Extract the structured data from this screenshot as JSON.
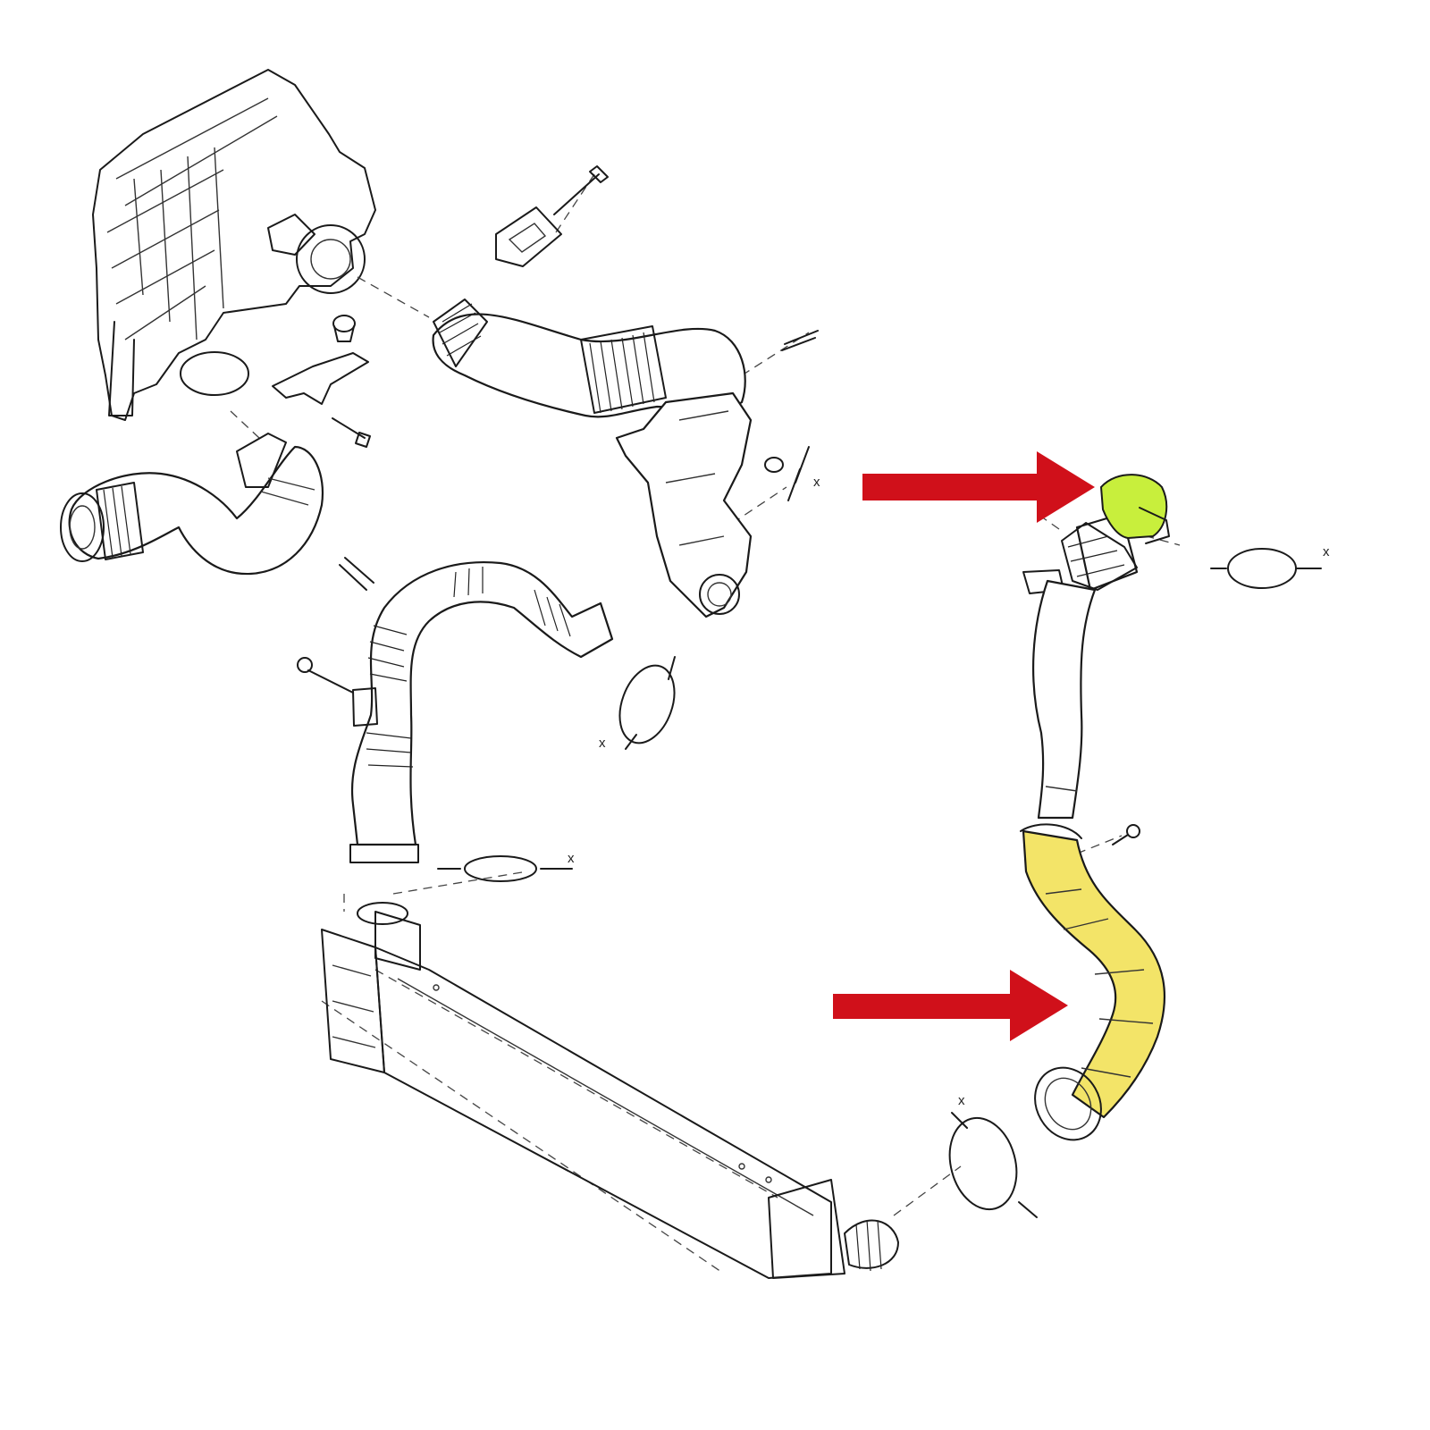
{
  "colors": {
    "background": "#ffffff",
    "line": "#1a1a1a",
    "arrow": "#d0101a",
    "highlight_upper": "#c8ef3c",
    "highlight_lower": "#f3e468"
  },
  "dimension_labels": [
    "x",
    "x",
    "x",
    "x",
    "x"
  ],
  "arrows": [
    {
      "name": "upper-red-arrow",
      "points_to": "upper-hose-highlight"
    },
    {
      "name": "lower-red-arrow",
      "points_to": "lower-hose-highlight"
    }
  ]
}
